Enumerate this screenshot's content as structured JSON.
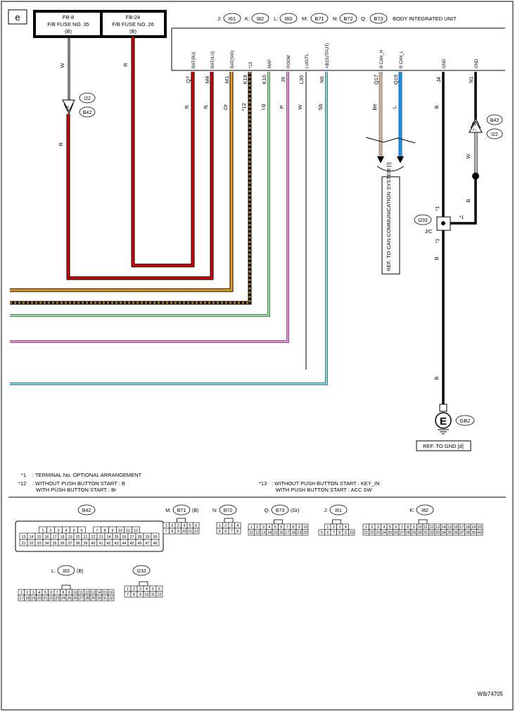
{
  "page_tag": "e",
  "fuses": [
    {
      "id": "FB-8",
      "name": "F/B FUSE NO. 35",
      "sub": "(B)"
    },
    {
      "id": "FB-24",
      "name": "F/B FUSE NO. 26",
      "sub": "(B)"
    }
  ],
  "unit_header": {
    "connectors": [
      {
        "letter": "J:",
        "code": "I61"
      },
      {
        "letter": "K:",
        "code": "I82"
      },
      {
        "letter": "L:",
        "code": "I83"
      },
      {
        "letter": "M:",
        "code": "B71"
      },
      {
        "letter": "N:",
        "code": "B72"
      },
      {
        "letter": "Q:",
        "code": "B73"
      }
    ],
    "title": "BODY INTEGRATED UNIT"
  },
  "unit_pins": [
    {
      "signal": "BAT(BU)",
      "pin": "Q7",
      "wire": "R",
      "color": "#e00000"
    },
    {
      "signal": "BAT(ILU)",
      "pin": "M4",
      "wire": "R",
      "color": "#e00000"
    },
    {
      "signal": "BAT(SIG)",
      "pin": "M1",
      "wire": "Or",
      "color": "#f0a020"
    },
    {
      "signal": "*13",
      "pin": "K19",
      "wire": "*12",
      "color": "#7a4a10"
    },
    {
      "signal": "MAP",
      "pin": "K10",
      "wire": "Lg",
      "color": "#90e090"
    },
    {
      "signal": "ROOM",
      "pin": "J9",
      "wire": "P",
      "color": "#ee88dd"
    },
    {
      "signal": "LUG/TL",
      "pin": "L30",
      "wire": "W",
      "color": "#000000"
    },
    {
      "signal": "+B(OUTPUT)",
      "pin": "N6",
      "wire": "Sb",
      "color": "#70dde8"
    },
    {
      "signal": "B CAN_H",
      "pin": "Q17",
      "wire": "Be",
      "color": "#c8b090"
    },
    {
      "signal": "B CAN_L",
      "pin": "Q19",
      "wire": "L",
      "color": "#2090e0"
    },
    {
      "signal": "GND",
      "pin": "J4",
      "wire": "B",
      "color": "#000000"
    },
    {
      "signal": "GND",
      "pin": "N1",
      "wire": "B",
      "color": "#000000"
    }
  ],
  "wire_labels": {
    "fuse1_down": "W",
    "fuse2_down": "R",
    "fuse1_after_conn": "R",
    "gnd_n1_lower": "W",
    "gnd_n1_bottom": "B",
    "gnd_main_1": "B",
    "gnd_main_2": "B"
  },
  "connectors_inline": {
    "left_top": "I22",
    "left_pin": "5",
    "left_bottom": "B42",
    "right_top": "B42",
    "right_pin": "7",
    "right_bottom": "I22"
  },
  "can_ref": "REF. TO CAN COMMUNICATION SYSTEM [I]",
  "joint": {
    "code": "I233",
    "label": "J/C",
    "mark_top": "*1",
    "mark_right": "*1",
    "mark_bottom": "*1"
  },
  "ground": {
    "symbol": "E",
    "code": "GB2",
    "ref": "REF. TO GND [d]"
  },
  "notes": [
    {
      "mark": "*1",
      "text": ": TERMINAL No. OPTIONAL ARRANGEMENT"
    },
    {
      "mark": "*12",
      "text": ": WITHOUT PUSH BUTTON START : B"
    },
    {
      "mark": "",
      "text": "WITH PUSH BUTTON START : Br"
    },
    {
      "mark": "*13",
      "text": ": WITHOUT PUSH BUTTON START : KEY_IN"
    },
    {
      "mark": "",
      "text": "WITH PUSH BUTTON START : ACC SW"
    }
  ],
  "connector_views": {
    "B42": {
      "title": "B42",
      "prefix": "",
      "suffix": "",
      "rows": [
        [
          "1",
          "2",
          "3",
          "4",
          "5",
          "6",
          "",
          "7",
          "8",
          "9",
          "10",
          "11",
          "12"
        ],
        [
          "13",
          "14",
          "15",
          "16",
          "17",
          "18",
          "19",
          "20",
          "21",
          "22",
          "23",
          "24",
          "25",
          "26",
          "27",
          "28",
          "29",
          "30"
        ],
        [
          "31",
          "32",
          "33",
          "34",
          "35",
          "36",
          "37",
          "38",
          "39",
          "40",
          "41",
          "42",
          "43",
          "44",
          "45",
          "46",
          "47",
          "48"
        ]
      ]
    },
    "B71": {
      "title": "B71",
      "prefix": "M:",
      "suffix": "(B)",
      "rows": [
        [
          "1",
          "2",
          "3",
          "4",
          "5",
          "6"
        ],
        [
          "7",
          "8",
          "9",
          "10",
          "11",
          "12"
        ]
      ]
    },
    "B72": {
      "title": "B72",
      "prefix": "N:",
      "suffix": "",
      "rows": [
        [
          "1",
          "2",
          "3",
          "4"
        ],
        [
          "5",
          "6",
          "7",
          "8"
        ]
      ]
    },
    "B73": {
      "title": "B73",
      "prefix": "Q:",
      "suffix": "(Gr)",
      "rows": [
        [
          "1",
          "2",
          "3",
          "4",
          "5",
          "6",
          "7",
          "8",
          "9",
          "10"
        ],
        [
          "11",
          "12",
          "13",
          "14",
          "15",
          "16",
          "17",
          "18",
          "19",
          "20"
        ]
      ]
    },
    "I61": {
      "title": "I61",
      "prefix": "J:",
      "suffix": "",
      "rows": [
        [
          "1",
          "2",
          "3",
          "4"
        ],
        [
          "5",
          "6",
          "7",
          "8",
          "9",
          "10"
        ]
      ]
    },
    "I82": {
      "title": "I82",
      "prefix": "K:",
      "suffix": "",
      "rows": [
        [
          "1",
          "2",
          "3",
          "4",
          "5",
          "6",
          "7",
          "8",
          "9",
          "10",
          "11",
          "12",
          "13",
          "14",
          "15",
          "16",
          "17",
          "18",
          "19",
          "20"
        ],
        [
          "21",
          "22",
          "23",
          "24",
          "25",
          "26",
          "27",
          "28",
          "29",
          "30",
          "31",
          "32",
          "33",
          "34",
          "35",
          "36",
          "37",
          "38",
          "39",
          "40"
        ]
      ]
    },
    "I83": {
      "title": "I83",
      "prefix": "L:",
      "suffix": "(B)",
      "rows": [
        [
          "1",
          "2",
          "3",
          "4",
          "5",
          "6",
          "7",
          "8",
          "9",
          "10",
          "11",
          "12",
          "13",
          "14",
          "15",
          "16"
        ],
        [
          "17",
          "18",
          "19",
          "20",
          "21",
          "22",
          "23",
          "24",
          "25",
          "26",
          "27",
          "28",
          "29",
          "30",
          "31",
          "32"
        ]
      ]
    },
    "I233": {
      "title": "I233",
      "prefix": "",
      "suffix": "",
      "rows": [
        [
          "1",
          "2",
          "3",
          "4",
          "5",
          "6"
        ],
        [
          "7",
          "8",
          "9",
          "10",
          "11",
          "12"
        ]
      ]
    }
  },
  "figure_id": "WIb74705"
}
